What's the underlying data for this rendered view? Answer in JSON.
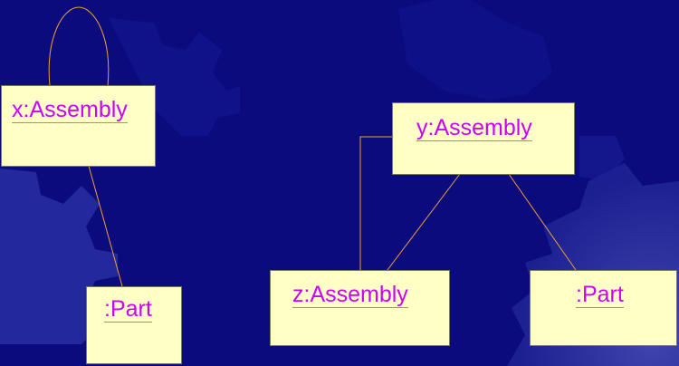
{
  "diagram": {
    "objects": [
      {
        "id": "x-assembly",
        "label": "x:Assembly"
      },
      {
        "id": "x-part",
        "label": ":Part"
      },
      {
        "id": "y-assembly",
        "label": "y:Assembly"
      },
      {
        "id": "z-assembly",
        "label": "z:Assembly"
      },
      {
        "id": "y-part",
        "label": ":Part"
      }
    ],
    "links": [
      {
        "from": "x-assembly",
        "to": "x-assembly",
        "kind": "self-loop"
      },
      {
        "from": "x-assembly",
        "to": "x-part"
      },
      {
        "from": "y-assembly",
        "to": "z-assembly"
      },
      {
        "from": "y-assembly",
        "to": "z-assembly",
        "kind": "elbow"
      },
      {
        "from": "y-assembly",
        "to": "y-part"
      }
    ],
    "colors": {
      "background": "#0b0b7e",
      "gear": "#2e36a6",
      "box_fill": "#ffffc6",
      "label_text": "#cc00ff",
      "connector": "#f0a030"
    }
  }
}
